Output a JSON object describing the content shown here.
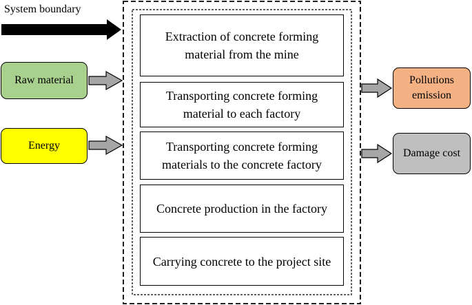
{
  "system_boundary_label": "System boundary",
  "inputs": [
    {
      "label": "Raw material",
      "color": "#a9d18e"
    },
    {
      "label": "Energy",
      "color": "#ffff00"
    }
  ],
  "steps": [
    "Extraction of concrete forming material from the mine",
    "Transporting concrete forming material to each factory",
    "Transporting concrete forming materials to the concrete factory",
    "Concrete production in the factory",
    "Carrying concrete to the project site"
  ],
  "outputs": [
    {
      "label": "Pollutions emission",
      "color": "#f4b183"
    },
    {
      "label": "Damage cost",
      "color": "#bfbfbf"
    }
  ],
  "colors": {
    "arrow_fill": "#a6a6a6",
    "boundary_arrow": "#000000"
  }
}
